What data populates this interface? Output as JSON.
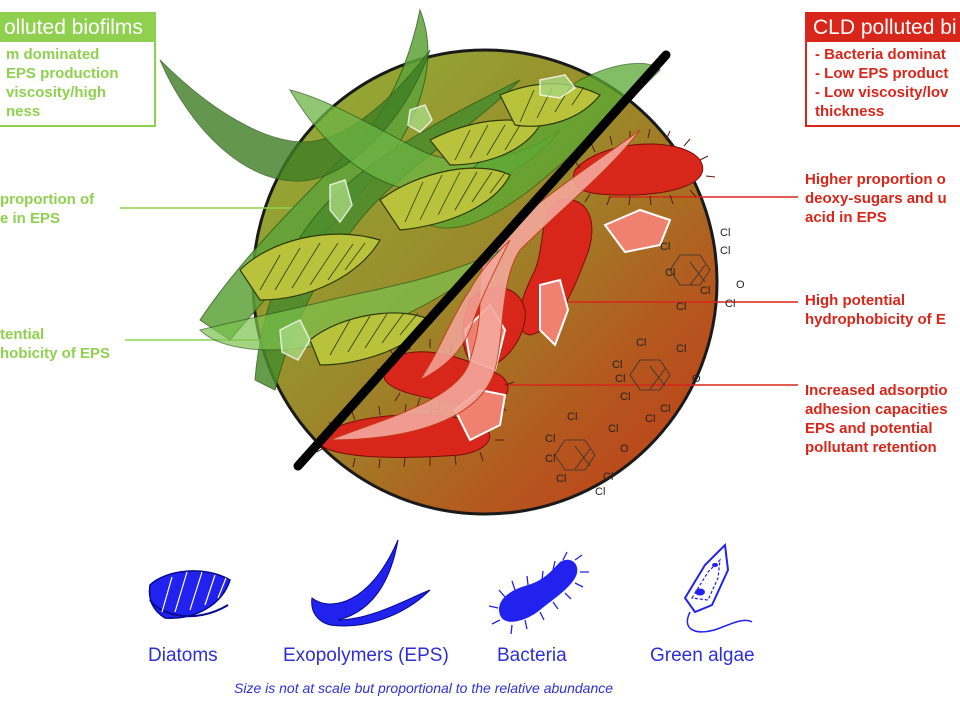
{
  "left_box": {
    "title": "olluted biofilms",
    "bullets": [
      "m dominated",
      "EPS production",
      "viscosity/high",
      "ness"
    ],
    "color": "#8fd14f"
  },
  "right_box": {
    "title": "CLD polluted bi",
    "bullets": [
      "-  Bacteria dominat",
      "-  Low EPS product",
      "-  Low viscosity/lov",
      "   thickness"
    ],
    "color": "#d8261a"
  },
  "left_labels": [
    [
      "proportion of",
      "e in EPS"
    ],
    [
      "tential",
      "hobicity of EPS"
    ]
  ],
  "right_labels": [
    [
      "Higher proportion o",
      "deoxy-sugars and u",
      "acid in EPS"
    ],
    [
      "High potential",
      "hydrophobicity of E"
    ],
    [
      "Increased adsorptio",
      "adhesion capacities",
      "EPS and potential",
      "pollutant retention"
    ]
  ],
  "molecule_atoms": {
    "chlorine": "Cl",
    "oxygen": "O"
  },
  "legend": {
    "items": [
      {
        "label": "Diatoms",
        "icon": "diatom-icon"
      },
      {
        "label": "Exopolymers (EPS)",
        "icon": "eps-icon"
      },
      {
        "label": "Bacteria",
        "icon": "bacteria-icon"
      },
      {
        "label": "Green algae",
        "icon": "green-algae-icon"
      }
    ],
    "note": "Size is not at scale but proportional to the relative abundance",
    "color": "#2222ee"
  }
}
